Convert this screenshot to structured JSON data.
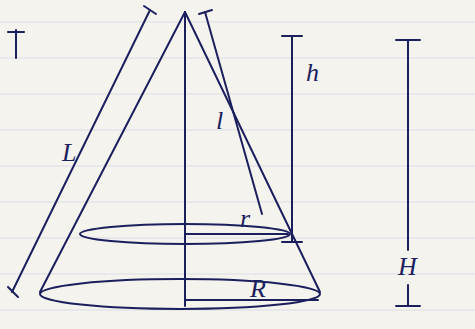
{
  "diagram": {
    "labels": [
      "L",
      "l",
      "r",
      "h",
      "H",
      "R"
    ]
  }
}
